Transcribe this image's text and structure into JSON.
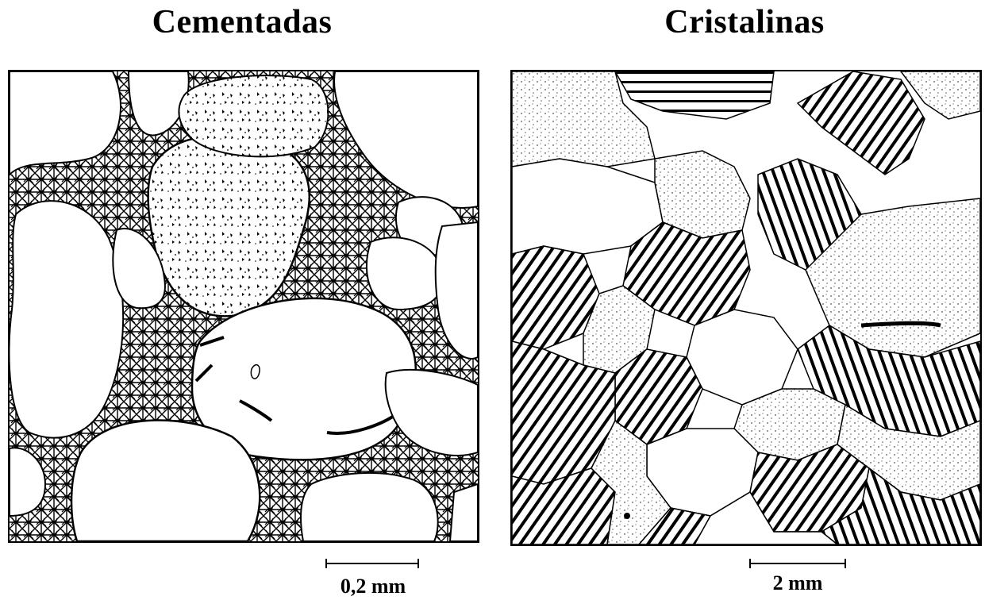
{
  "panels": {
    "left": {
      "title": "Cementadas",
      "scale_label": "0,2 mm"
    },
    "right": {
      "title": "Cristalinas",
      "scale_label": "2 mm"
    }
  },
  "colors": {
    "ink": "#000000",
    "paper": "#ffffff"
  }
}
